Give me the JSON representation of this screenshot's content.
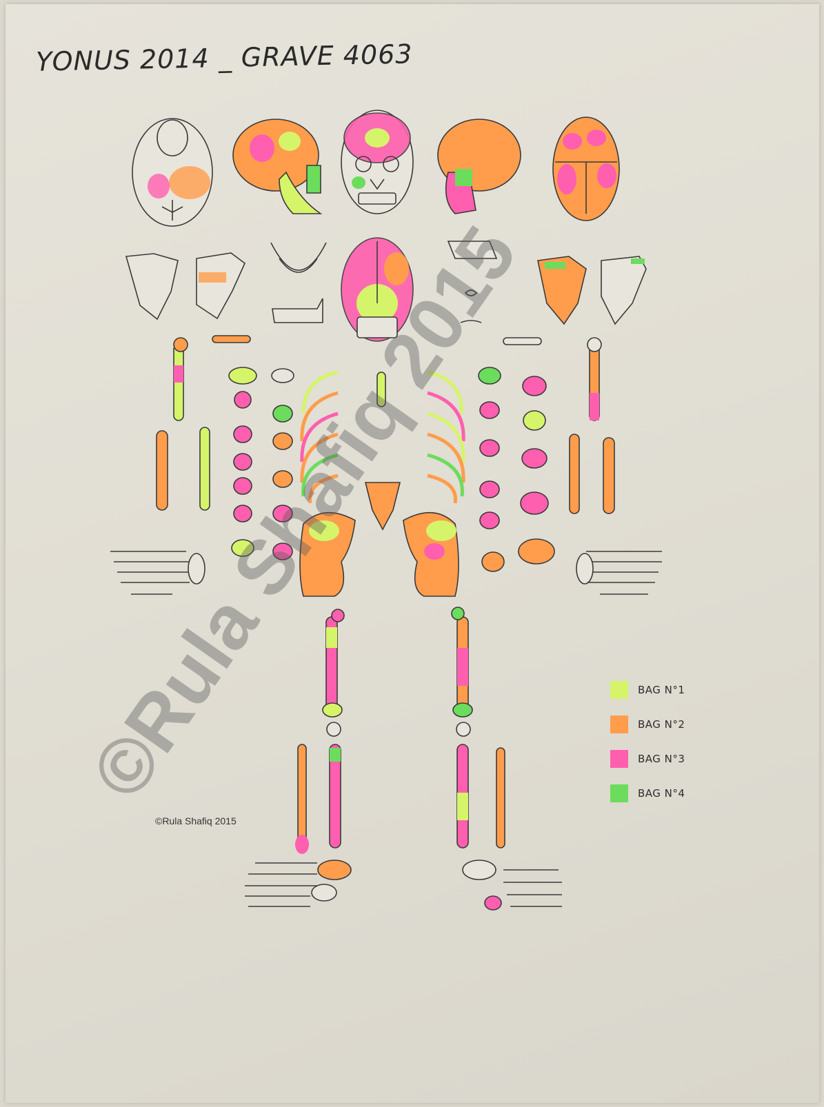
{
  "sheet": {
    "title": "YONUS 2014 _ GRAVE 4063",
    "copyright": "©Rula Shafiq 2015",
    "watermark": "©Rula Shafiq 2015"
  },
  "legend": [
    {
      "label": "BAG N°1",
      "color": "#d6f46a"
    },
    {
      "label": "BAG N°2",
      "color": "#ff9d4c"
    },
    {
      "label": "BAG N°3",
      "color": "#ff5fae"
    },
    {
      "label": "BAG N°4",
      "color": "#6cdc5c"
    }
  ],
  "colors": {
    "ink": "#2a2a2a",
    "outline": "#3a3a3a"
  }
}
